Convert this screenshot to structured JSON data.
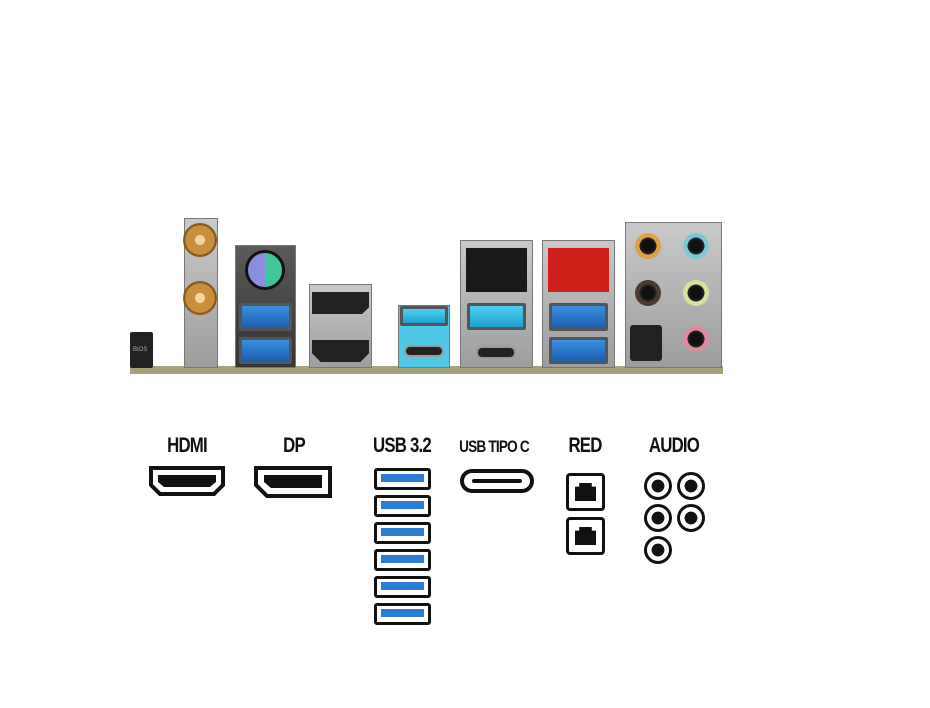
{
  "legend": {
    "hdmi": "HDMI",
    "dp": "DP",
    "usb": "USB 3.2",
    "usbc": "USB TIPO C",
    "lan": "RED",
    "audio": "AUDIO"
  },
  "photo": {
    "bios_button_text": "BIOS"
  },
  "counts": {
    "usb_legend_icons": 6,
    "lan_legend_icons": 2,
    "audio_legend_icons": 5
  },
  "colors": {
    "usb_blue": "#2a7fd4",
    "lan_red": "#d0201c",
    "base_strip": "#a8a07a"
  }
}
